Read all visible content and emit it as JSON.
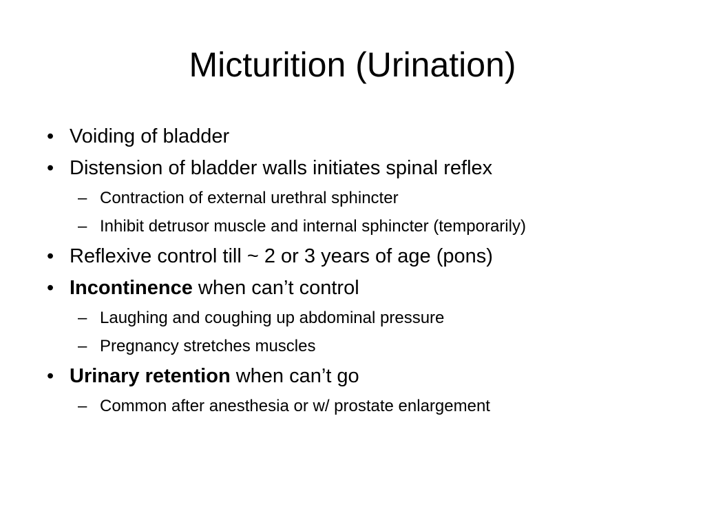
{
  "slide": {
    "title": "Micturition (Urination)",
    "bullet_glyph": "•",
    "dash_glyph": "–",
    "items": [
      {
        "level": 1,
        "text": "Voiding of bladder"
      },
      {
        "level": 1,
        "text": "Distension of bladder walls initiates spinal reflex"
      },
      {
        "level": 2,
        "text": "Contraction of external urethral sphincter"
      },
      {
        "level": 2,
        "text": "Inhibit detrusor muscle and internal sphincter (temporarily)"
      },
      {
        "level": 1,
        "text": "Reflexive control till ~ 2 or 3 years of age (pons)"
      },
      {
        "level": 1,
        "bold": "Incontinence",
        "text": " when can’t control"
      },
      {
        "level": 2,
        "text": "Laughing and coughing up abdominal pressure"
      },
      {
        "level": 2,
        "text": "Pregnancy stretches muscles"
      },
      {
        "level": 1,
        "bold": "Urinary retention",
        "text": " when can’t go"
      },
      {
        "level": 2,
        "text": "Common after anesthesia or w/ prostate enlargement"
      }
    ]
  }
}
